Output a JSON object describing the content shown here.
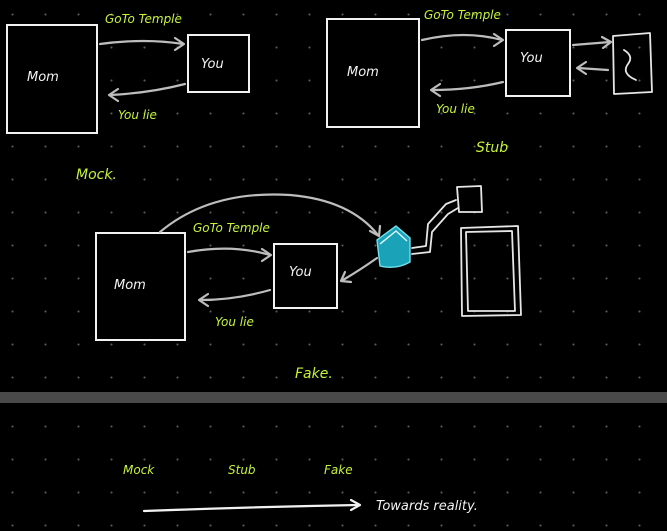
{
  "diagram_mock": {
    "box_left": "Mom",
    "box_right": "You",
    "top_arrow": "GoTo Temple",
    "bottom_arrow": "You lie",
    "caption": "Mock."
  },
  "diagram_stub": {
    "box_left": "Mom",
    "box_right": "You",
    "top_arrow": "GoTo Temple",
    "bottom_arrow": "You lie",
    "caption": "Stub"
  },
  "diagram_fake": {
    "box_left": "Mom",
    "box_right": "You",
    "top_arrow": "GoTo Temple",
    "bottom_arrow": "You lie",
    "caption": "Fake."
  },
  "spectrum": {
    "items": [
      "Mock",
      "Stub",
      "Fake"
    ],
    "arrow_label": "Towards reality."
  },
  "colors": {
    "background": "#000000",
    "ink": "#f2f2f2",
    "accent_green": "#c6f23a",
    "house_teal": "#1aa3b8",
    "divider": "#4a4a4a"
  }
}
